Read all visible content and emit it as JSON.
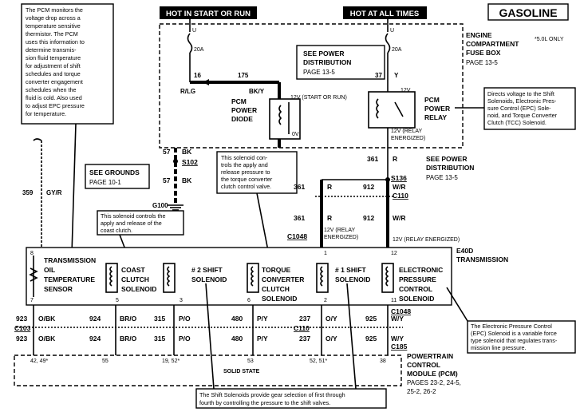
{
  "header": {
    "hot_in_start_or_run": "HOT IN START OR RUN",
    "hot_at_all_times": "HOT AT ALL TIMES",
    "gasoline": "GASOLINE",
    "engine_note": "*5.0L ONLY"
  },
  "fuse_box": {
    "label_lines": [
      "ENGINE",
      "COMPARTMENT",
      "FUSE BOX",
      "PAGE 13-5"
    ],
    "fuse_left": {
      "id": "U",
      "rating": "20A",
      "pin": "16",
      "color": "R/LG"
    },
    "fuse_right": {
      "id": "U",
      "rating": "20A",
      "pin": "37",
      "color": "Y"
    },
    "wire_175": {
      "circuit": "175",
      "color": "BK/Y"
    },
    "see_power_distribution": [
      "SEE POWER",
      "DISTRIBUTION",
      "PAGE 13-5"
    ]
  },
  "diode": {
    "label_lines": [
      "PCM",
      "POWER",
      "DIODE"
    ],
    "v12_label": "12V (START OR RUN)",
    "v0_label": "0V"
  },
  "relay": {
    "label_lines": [
      "PCM",
      "POWER",
      "RELAY"
    ],
    "v12_top": "12V",
    "v12_energized": [
      "12V (RELAY",
      "ENERGIZED)"
    ]
  },
  "notes": {
    "pcm_monitors": [
      "The PCM monitors the",
      "voltage drop across a",
      "temperature sensitive",
      "thermistor.  The PCM",
      "uses this information to",
      "determine  transmis-",
      "sion fluid temperature",
      "for adjustment of shift",
      "schedules and torque",
      "converter engagement",
      "schedules  when  the",
      "fluid is cold.  Also used",
      "to adjust EPC pressure",
      "for temperature."
    ],
    "directs_voltage": [
      "Directs voltage to the Shift",
      "Solenoids, Electronic Pres-",
      "sure  Control  (EPC)  Sole-",
      "noid, and Torque Converter",
      "Clutch (TCC) Solenoid."
    ],
    "tcc_solenoid": [
      "This solenoid con-",
      "trols the apply and",
      "release pressure to",
      "the torque converter",
      "clutch control valve."
    ],
    "coast_solenoid": [
      "This solenoid controls the",
      "apply and release of the",
      "coast clutch."
    ],
    "epc_solenoid": [
      "The Electronic Pressure Control",
      "(EPC) Solenoid is a variable force",
      "type solenoid that regulates trans-",
      "mission line pressure."
    ],
    "shift_solenoids": [
      "The Shift Solenoids provide gear selection of first through",
      "fourth by controlling the pressure to the shift valves."
    ]
  },
  "grounds": {
    "see_grounds": [
      "SEE GROUNDS",
      "PAGE 10-1"
    ],
    "circuit_top": "57",
    "color_top": "BK",
    "splice": "S102",
    "circuit_bottom": "57",
    "color_bottom": "BK",
    "ground": "G100"
  },
  "right_wiring": {
    "circuit_361_top": "361",
    "splice_s136": "S136",
    "wire_912_top": "912",
    "wire_912_color_top": "W/R",
    "c110_top": "C110",
    "wire_361_left": "361",
    "wire_361_left_color": "R",
    "wire_361_color": "R",
    "wire_361_mid": "361",
    "wire_361_mid_color": "R",
    "wire_912_mid": "912",
    "wire_912_mid_color": "W/R",
    "c1048": "C1048",
    "v12_relay_energized_left": [
      "12V (RELAY",
      "ENERGIZED)"
    ],
    "v12_relay_energized_right": "12V (RELAY ENERGIZED)",
    "see_power_distribution": [
      "SEE POWER",
      "DISTRIBUTION",
      "PAGE 13-5"
    ]
  },
  "sensor_wire": {
    "circuit": "359",
    "color": "GY/R"
  },
  "transmission": {
    "label_lines": [
      "E40D",
      "TRANSMISSION"
    ],
    "sensor_label": [
      "TRANSMISSION",
      "OIL",
      "TEMPERATURE",
      "SENSOR"
    ],
    "coast_label": [
      "COAST",
      "CLUTCH",
      "SOLENOID"
    ],
    "shift2_label": [
      "# 2 SHIFT",
      "SOLENOID"
    ],
    "tcc_label": [
      "TORQUE",
      "CONVERTER",
      "CLUTCH",
      "SOLENOID"
    ],
    "shift1_label": [
      "# 1 SHIFT",
      "SOLENOID"
    ],
    "epc_label": [
      "ELECTRONIC",
      "PRESSURE",
      "CONTROL",
      "SOLENOID"
    ],
    "pins_top": [
      "8",
      "1",
      "12"
    ],
    "pins_bottom": [
      "7",
      "5",
      "3",
      "6",
      "2",
      "11"
    ]
  },
  "bottom_wiring": {
    "c1048": "C1048",
    "c103": "C103",
    "c110": "C110",
    "c185": "C185",
    "wires": [
      {
        "circuit": "923",
        "color": "O/BK"
      },
      {
        "circuit": "924",
        "color": "BR/O"
      },
      {
        "circuit": "315",
        "color": "P/O"
      },
      {
        "circuit": "480",
        "color": "P/Y"
      },
      {
        "circuit": "237",
        "color": "O/Y"
      },
      {
        "circuit": "925",
        "color": "W/Y"
      }
    ],
    "wire_924_left": "924",
    "wire_923_right": "923",
    "wire_315_right": "315",
    "wire_480_right": "480",
    "wire_237_right": "237",
    "wire_925_right": "925",
    "wire_925_color_right": "W/Y"
  },
  "pcm": {
    "label_lines": [
      "POWERTRAIN",
      "CONTROL",
      "MODULE (PCM)",
      "PAGES 23-2, 24-5,",
      "25-2, 26-2"
    ],
    "solid_state": "SOLID STATE",
    "pins": [
      "42, 49*",
      "55",
      "19, 52*",
      "53",
      "52, 51*",
      "38"
    ]
  }
}
